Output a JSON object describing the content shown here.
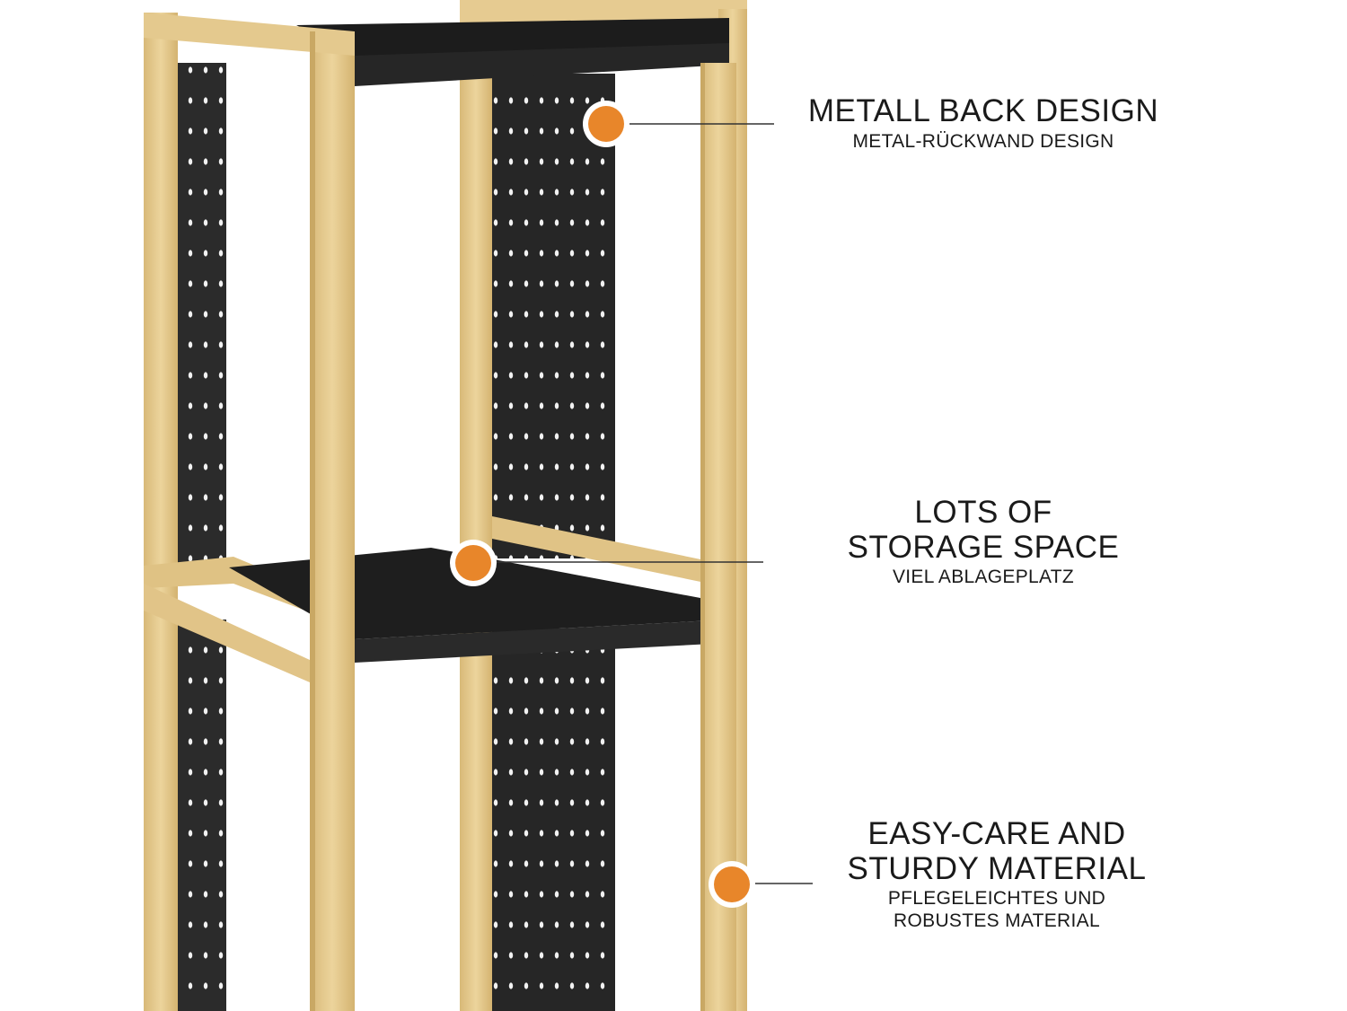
{
  "features": [
    {
      "title_lines": [
        "METALL BACK DESIGN"
      ],
      "subtitle_lines": [
        "METAL-RÜCKWAND DESIGN"
      ]
    },
    {
      "title_lines": [
        "LOTS OF",
        "STORAGE SPACE"
      ],
      "subtitle_lines": [
        "VIEL ABLAGEPLATZ"
      ]
    },
    {
      "title_lines": [
        "EASY-CARE AND",
        "STURDY MATERIAL"
      ],
      "subtitle_lines": [
        "PFLEGELEICHTES UND",
        "ROBUSTES MATERIAL"
      ]
    }
  ],
  "colors": {
    "wood": "#e2c68a",
    "wood_edge": "#c9a864",
    "panel": "#2b2b2b",
    "shelf": "#1f1f1f",
    "marker": "#e8862a",
    "marker_ring": "#ffffff",
    "line": "#333333"
  },
  "icons": {
    "marker": "orange-dot-icon"
  }
}
